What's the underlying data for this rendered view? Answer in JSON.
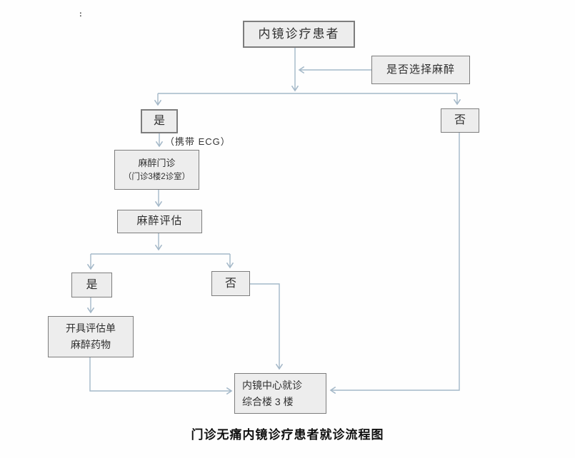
{
  "diagram": {
    "artifact_mark": ":",
    "caption": "门诊无痛内镜诊疗患者就诊流程图",
    "colors": {
      "box_fill": "#ededed",
      "box_border": "#7d7d7d",
      "connector": "#a4b8c8",
      "text": "#2f2f2f"
    },
    "nodes": {
      "patient": "内镜诊疗患者",
      "choose_anesthesia": "是否选择麻醉",
      "branch_yes_top": "是",
      "branch_no_top": "否",
      "ecg_note": "（携带 ECG）",
      "anesthesia_clinic_line1": "麻醉门诊",
      "anesthesia_clinic_line2": "（门诊3楼2诊室）",
      "anesthesia_assessment": "麻醉评估",
      "branch_yes_eval": "是",
      "branch_no_eval": "否",
      "issue_line1": "开具评估单",
      "issue_line2": "麻醉药物",
      "center_line1": "内镜中心就诊",
      "center_line2": "综合楼 3 楼"
    }
  }
}
